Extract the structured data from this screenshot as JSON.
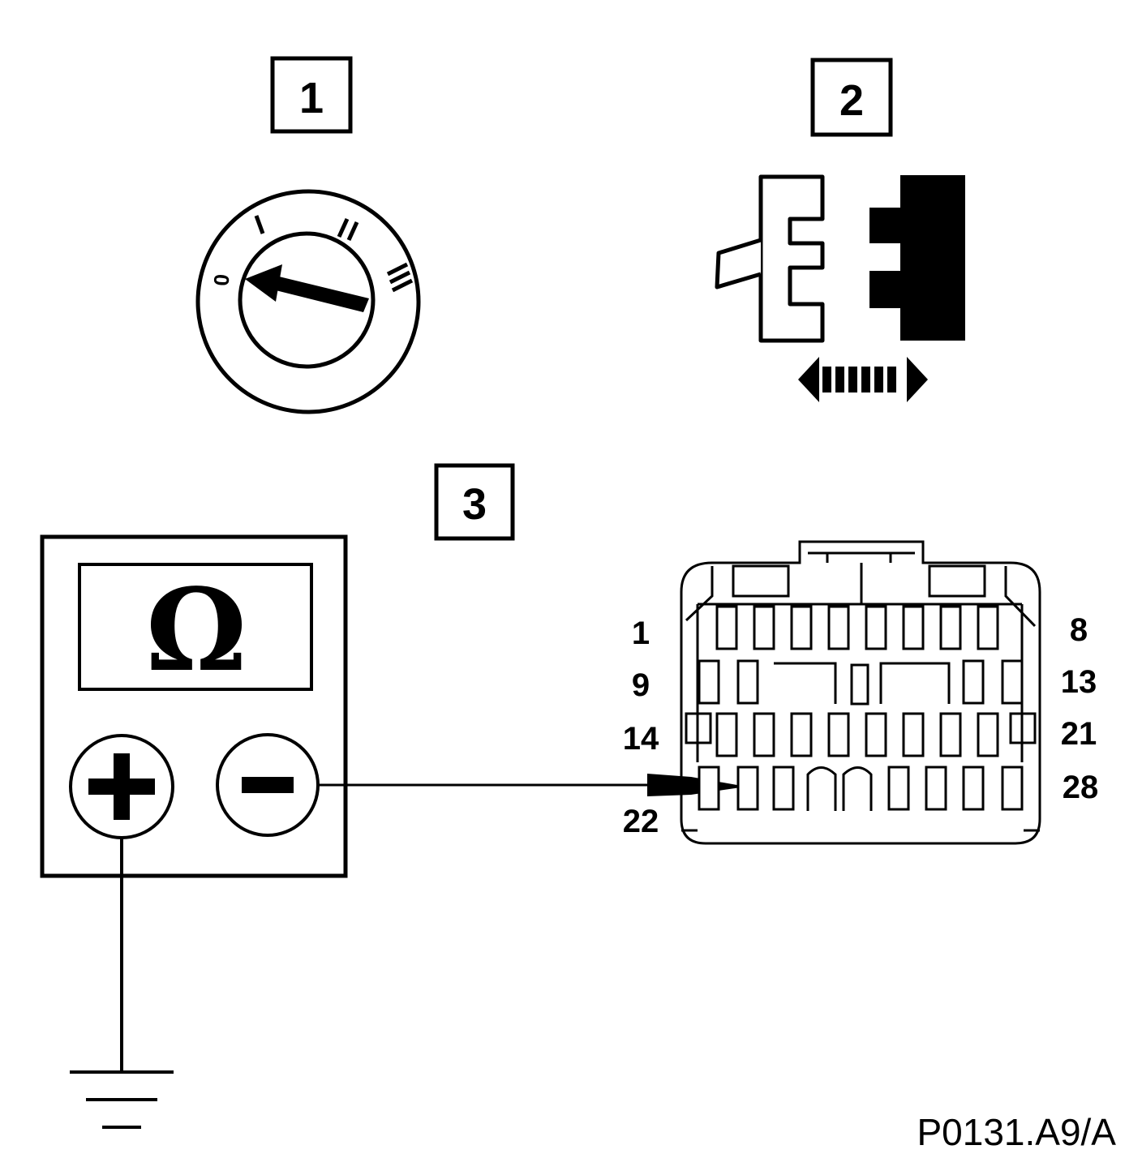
{
  "steps": [
    {
      "label": "1"
    },
    {
      "label": "2"
    },
    {
      "label": "3"
    }
  ],
  "ignition_switch": {
    "positions": [
      "0",
      "I",
      "II",
      "III"
    ],
    "pointer_position": "0"
  },
  "multimeter": {
    "mode_symbol": "Ω",
    "positive_symbol": "+",
    "negative_symbol": "−"
  },
  "connector": {
    "pin_labels_left": [
      "1",
      "9",
      "14",
      "22"
    ],
    "pin_labels_right": [
      "8",
      "13",
      "21",
      "28"
    ],
    "probed_pin": "22"
  },
  "reference_code": "P0131.A9/A",
  "icons": [
    "ground-symbol-icon",
    "probe-tip-icon",
    "double-arrow-icon"
  ]
}
